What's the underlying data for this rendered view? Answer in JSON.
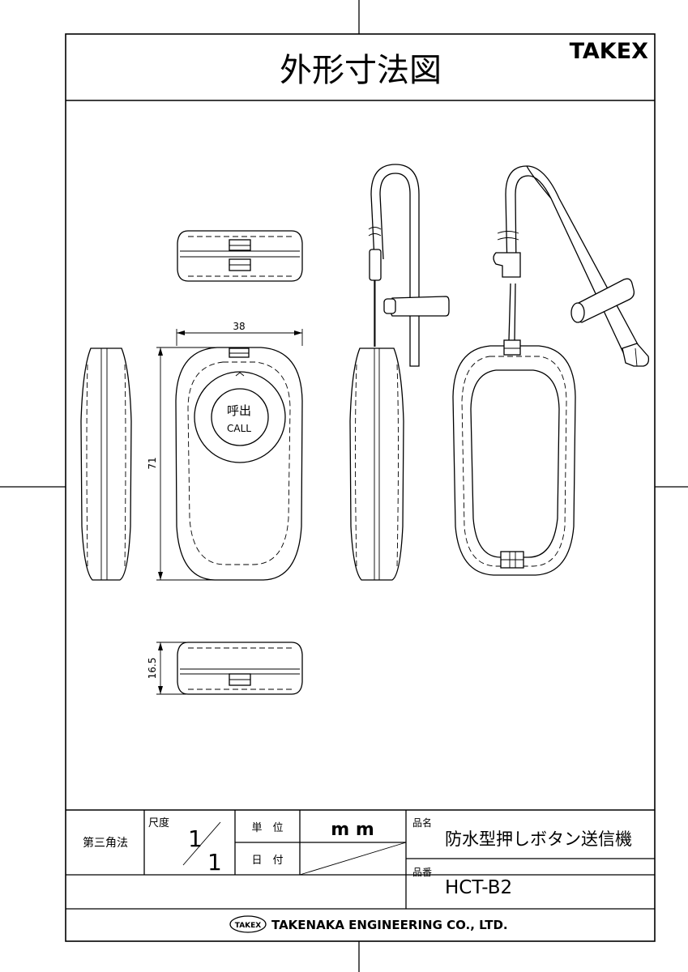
{
  "header": {
    "title": "外形寸法図",
    "brand": "TAKEX"
  },
  "dimensions": {
    "width": "38",
    "height": "71",
    "depth": "16.5"
  },
  "button": {
    "label_jp": "呼出",
    "label_en": "CALL"
  },
  "title_block": {
    "projection": "第三角法",
    "scale_label": "尺度",
    "scale_num": "1",
    "scale_den": "1",
    "unit_label": "単　位",
    "unit_value": "m m",
    "date_label": "日　付",
    "product_name_label": "品名",
    "product_name": "防水型押しボタン送信機",
    "product_code_label": "品番",
    "product_code": "HCT-B2"
  },
  "footer": {
    "logo_text": "TAKEX",
    "company": "TAKENAKA ENGINEERING CO., LTD."
  }
}
